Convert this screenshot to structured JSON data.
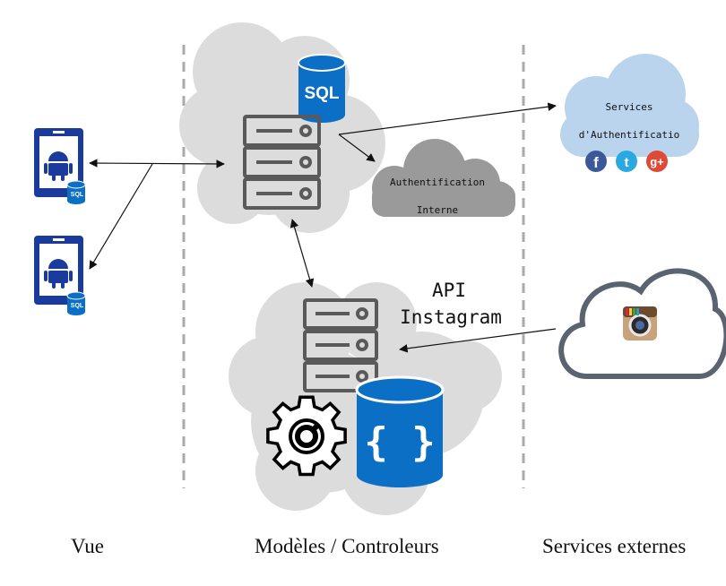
{
  "columns": {
    "view": "Vue",
    "models": "Modèles / Controleurs",
    "external": "Services externes"
  },
  "clouds": {
    "internal_auth": {
      "line1": "Authentification",
      "line2": "Interne"
    },
    "external_auth": {
      "line1": "Services",
      "line2": "d'Authentificatio"
    },
    "instagram_api": {
      "line1": "API",
      "line2": "Instagram"
    }
  },
  "badges": {
    "sql": "SQL",
    "mobile_sql": "SQL",
    "json_braces": "{ }"
  },
  "social": {
    "facebook": "f",
    "twitter": "t",
    "google_plus": "g+"
  },
  "colors": {
    "blue": "#0b6fc6",
    "navy": "#1a3a9c",
    "cloud": "#dcdcdc",
    "dark_cloud": "#9a9a9a",
    "server": "#5a5a5a",
    "facebook": "#3b5998",
    "twitter": "#2aa9e0",
    "google_plus": "#dc4a38"
  },
  "icons": [
    "android-phone-icon",
    "server-icon",
    "database-icon",
    "gear-icon",
    "instagram-icon",
    "cloud-icon"
  ]
}
